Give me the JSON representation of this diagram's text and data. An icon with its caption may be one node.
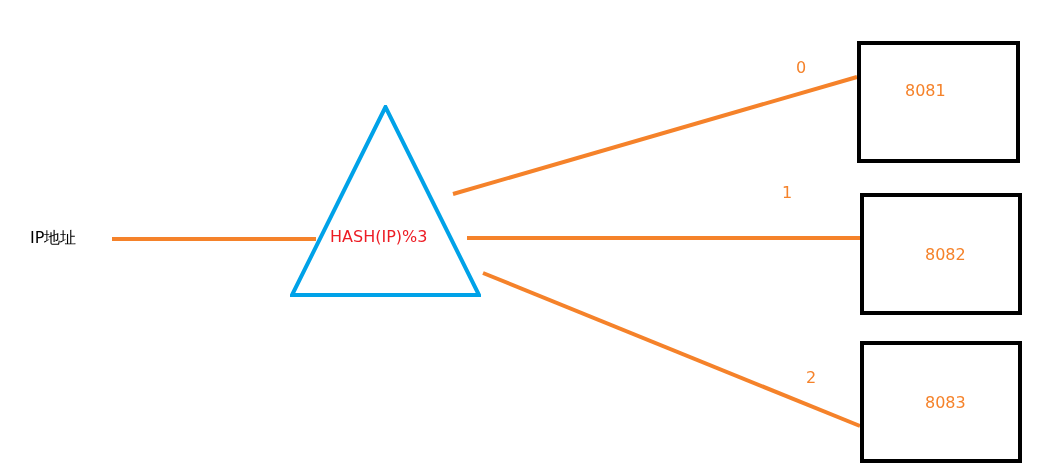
{
  "diagram": {
    "nodes": [
      {
        "text": [
          "IP地址"
        ]
      },
      {
        "text": [
          "HASH(IP)%3"
        ]
      },
      {
        "text": [
          "8081"
        ]
      },
      {
        "text": [
          "8082"
        ]
      },
      {
        "text": [
          "8083"
        ]
      }
    ],
    "edges": [
      {
        "from": 0,
        "to": 1,
        "arrow": "none"
      },
      {
        "from": 1,
        "to": 2,
        "arrow": "none",
        "label": "0"
      },
      {
        "from": 1,
        "to": 3,
        "arrow": "none",
        "label": "1"
      },
      {
        "from": 1,
        "to": 4,
        "arrow": "none",
        "label": "2"
      }
    ]
  }
}
